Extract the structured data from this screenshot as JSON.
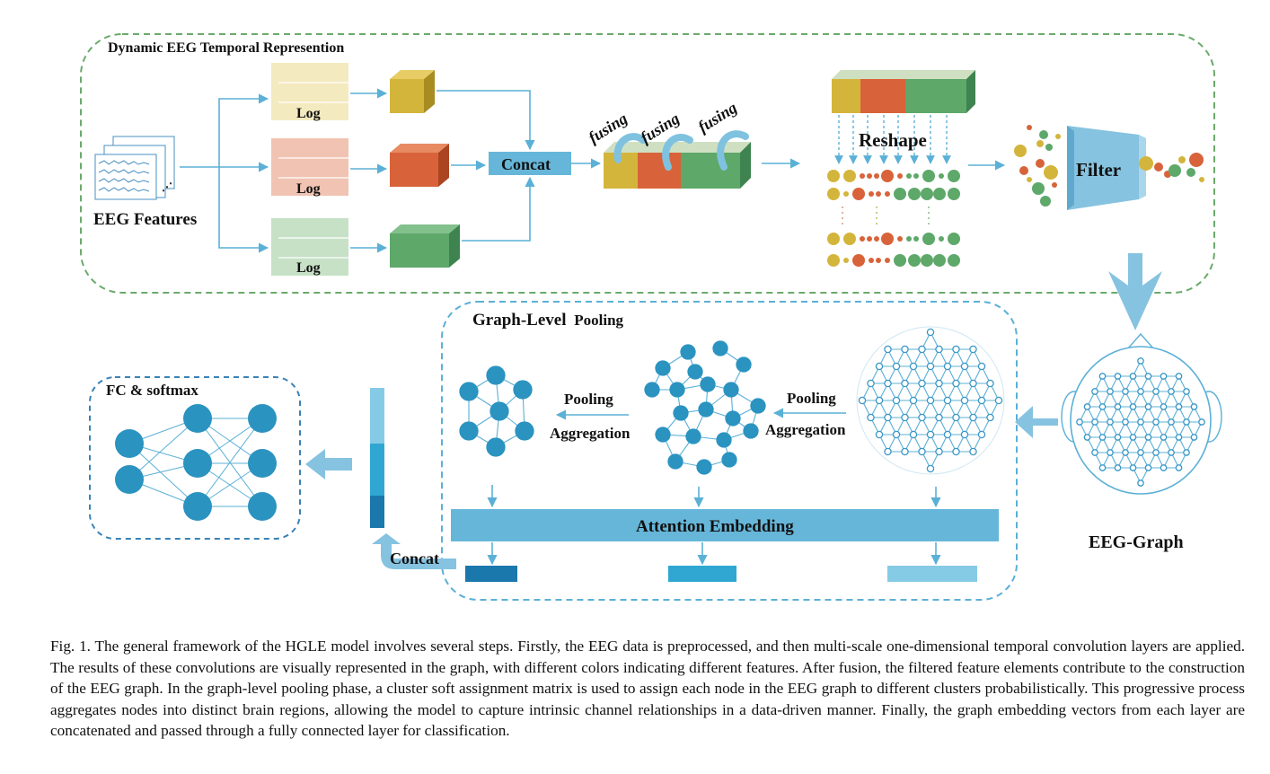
{
  "sections": {
    "temporal_title": "Dynamic EEG Temporal Represention",
    "pooling_title_bold": "Graph-Level",
    "pooling_title_rest": "Pooling",
    "fc_title": "FC & softmax"
  },
  "labels": {
    "eeg_features": "EEG Features",
    "log": "Log",
    "concat": "Concat",
    "fusing": "fusing",
    "reshape": "Reshape",
    "filter": "Filter",
    "eeg_graph": "EEG-Graph",
    "pooling": "Pooling",
    "aggregation": "Aggregation",
    "attention_embedding": "Attention Embedding",
    "concat_bottom": "Concat"
  },
  "colors": {
    "yellow": "#d4b53c",
    "orange": "#d8633a",
    "green": "#5ea86a",
    "node_blue": "#2b93c0",
    "dark_blue": "#1a78ad",
    "mid_blue": "#2fa7d2",
    "light_blue": "#86cbe6",
    "attention": "#66b6d9",
    "arrow": "#5bb0d6",
    "dash_green": "#6aaa6a",
    "dash_blue": "#5bb0d6"
  },
  "caption": "Fig. 1.  The general framework of the HGLE model involves several steps. Firstly, the EEG data is preprocessed, and then multi-scale one-dimensional temporal convolution layers are applied. The results of these convolutions are visually represented in the graph, with different colors indicating different features. After fusion, the filtered feature elements contribute to the construction of the EEG graph. In the graph-level pooling phase, a cluster soft assignment matrix is used to assign each node in the EEG graph to different clusters probabilistically. This progressive process aggregates nodes into distinct brain regions, allowing the model to capture intrinsic channel relationships in a data-driven manner. Finally, the graph embedding vectors from each layer are concatenated and passed through a fully connected layer for classification."
}
